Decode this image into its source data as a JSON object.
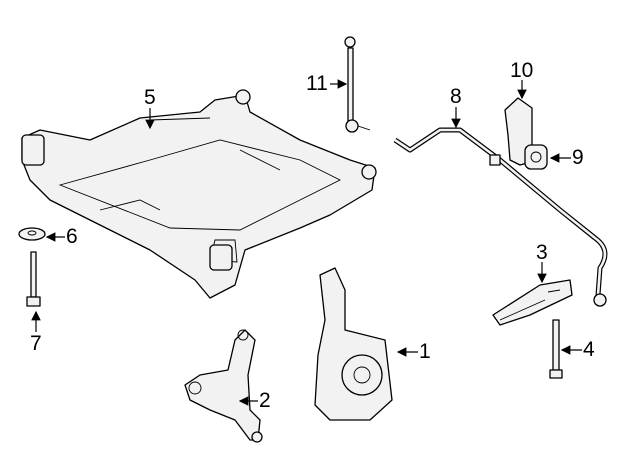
{
  "diagram": {
    "callouts": [
      {
        "id": "1",
        "label": "1",
        "part": "steering-knuckle"
      },
      {
        "id": "2",
        "label": "2",
        "part": "lower-control-arm"
      },
      {
        "id": "3",
        "label": "3",
        "part": "support-bracket"
      },
      {
        "id": "4",
        "label": "4",
        "part": "bolt"
      },
      {
        "id": "5",
        "label": "5",
        "part": "engine-cradle"
      },
      {
        "id": "6",
        "label": "6",
        "part": "washer"
      },
      {
        "id": "7",
        "label": "7",
        "part": "cradle-bolt"
      },
      {
        "id": "8",
        "label": "8",
        "part": "stabilizer-bar"
      },
      {
        "id": "9",
        "label": "9",
        "part": "bushing"
      },
      {
        "id": "10",
        "label": "10",
        "part": "bushing-bracket"
      },
      {
        "id": "11",
        "label": "11",
        "part": "stabilizer-link"
      }
    ]
  }
}
